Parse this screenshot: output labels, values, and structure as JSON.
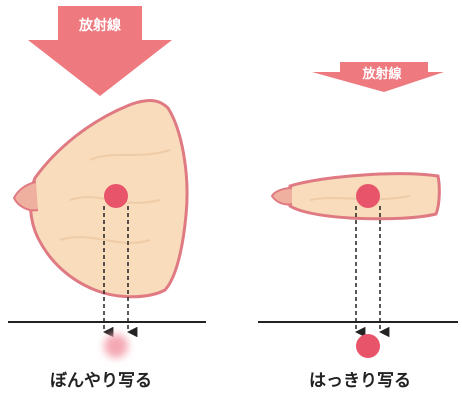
{
  "left_panel": {
    "arrow_label": "放射線",
    "caption": "ぼんやり写る"
  },
  "right_panel": {
    "arrow_label": "放射線",
    "caption": "はっきり写る"
  },
  "colors": {
    "arrow": "#ee7a80",
    "arrow_text": "#ffffff",
    "tissue_fill": "#f8dcbc",
    "tissue_edge": "#e07a82",
    "lesion": "#e8546a",
    "blurred_image": "#f4a9b4",
    "sharp_image": "#e8546a",
    "film_line": "#222222"
  }
}
